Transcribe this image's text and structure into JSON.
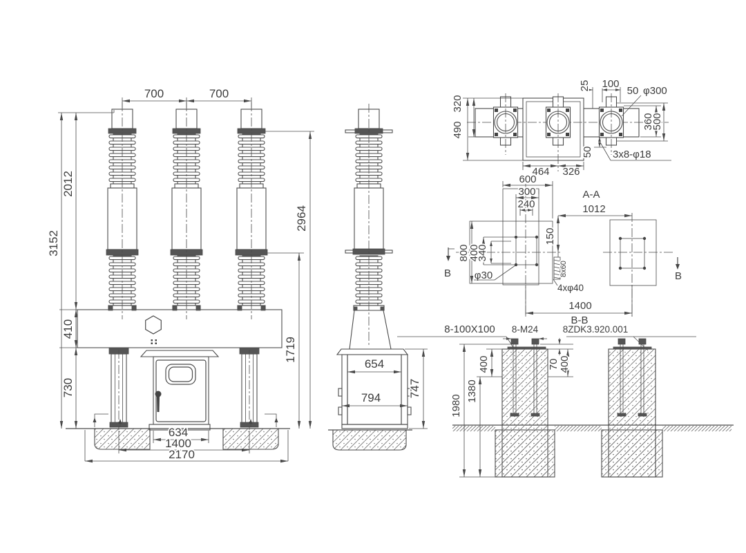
{
  "title": "outdoor circuit breaker outline and foundation drawing",
  "colors": {
    "line": "#4a4a4a",
    "dark_fill": "#555555",
    "text": "#3c3c3c",
    "background": "#ffffff"
  },
  "fv": {
    "s700a": "700",
    "s700b": "700",
    "h3152": "3152",
    "h2012": "2012",
    "h410": "410",
    "h730": "730",
    "h2964": "2964",
    "h1719": "1719",
    "w634": "634",
    "w1400": "1400",
    "w2170": "2170"
  },
  "sv": {
    "w654": "654",
    "w794": "794",
    "h747": "747"
  },
  "tv": {
    "d25": "25",
    "d100": "100",
    "d50t": "50",
    "dia300": "φ300",
    "d320": "320",
    "d490": "490",
    "d360": "360",
    "d500": "500",
    "d50b": "50",
    "holes": "3x8-φ18",
    "d464": "464",
    "d326": "326"
  },
  "aa": {
    "title": "A-A",
    "d600": "600",
    "d300": "300",
    "d240": "240",
    "d800": "800",
    "d400": "400",
    "d340": "340",
    "dia30": "φ30",
    "d150": "150",
    "d1012": "1012",
    "bolt": "8x60",
    "anchor": "4xφ40",
    "d1400": "1400",
    "marker": "B"
  },
  "bb": {
    "title": "B-B",
    "plates": "8-100X100",
    "bolts": "8-M24",
    "code": "8ZDK3.920.001",
    "d400l": "400",
    "d1380": "1380",
    "d1980": "1980",
    "d70": "70",
    "d400r": "400"
  }
}
